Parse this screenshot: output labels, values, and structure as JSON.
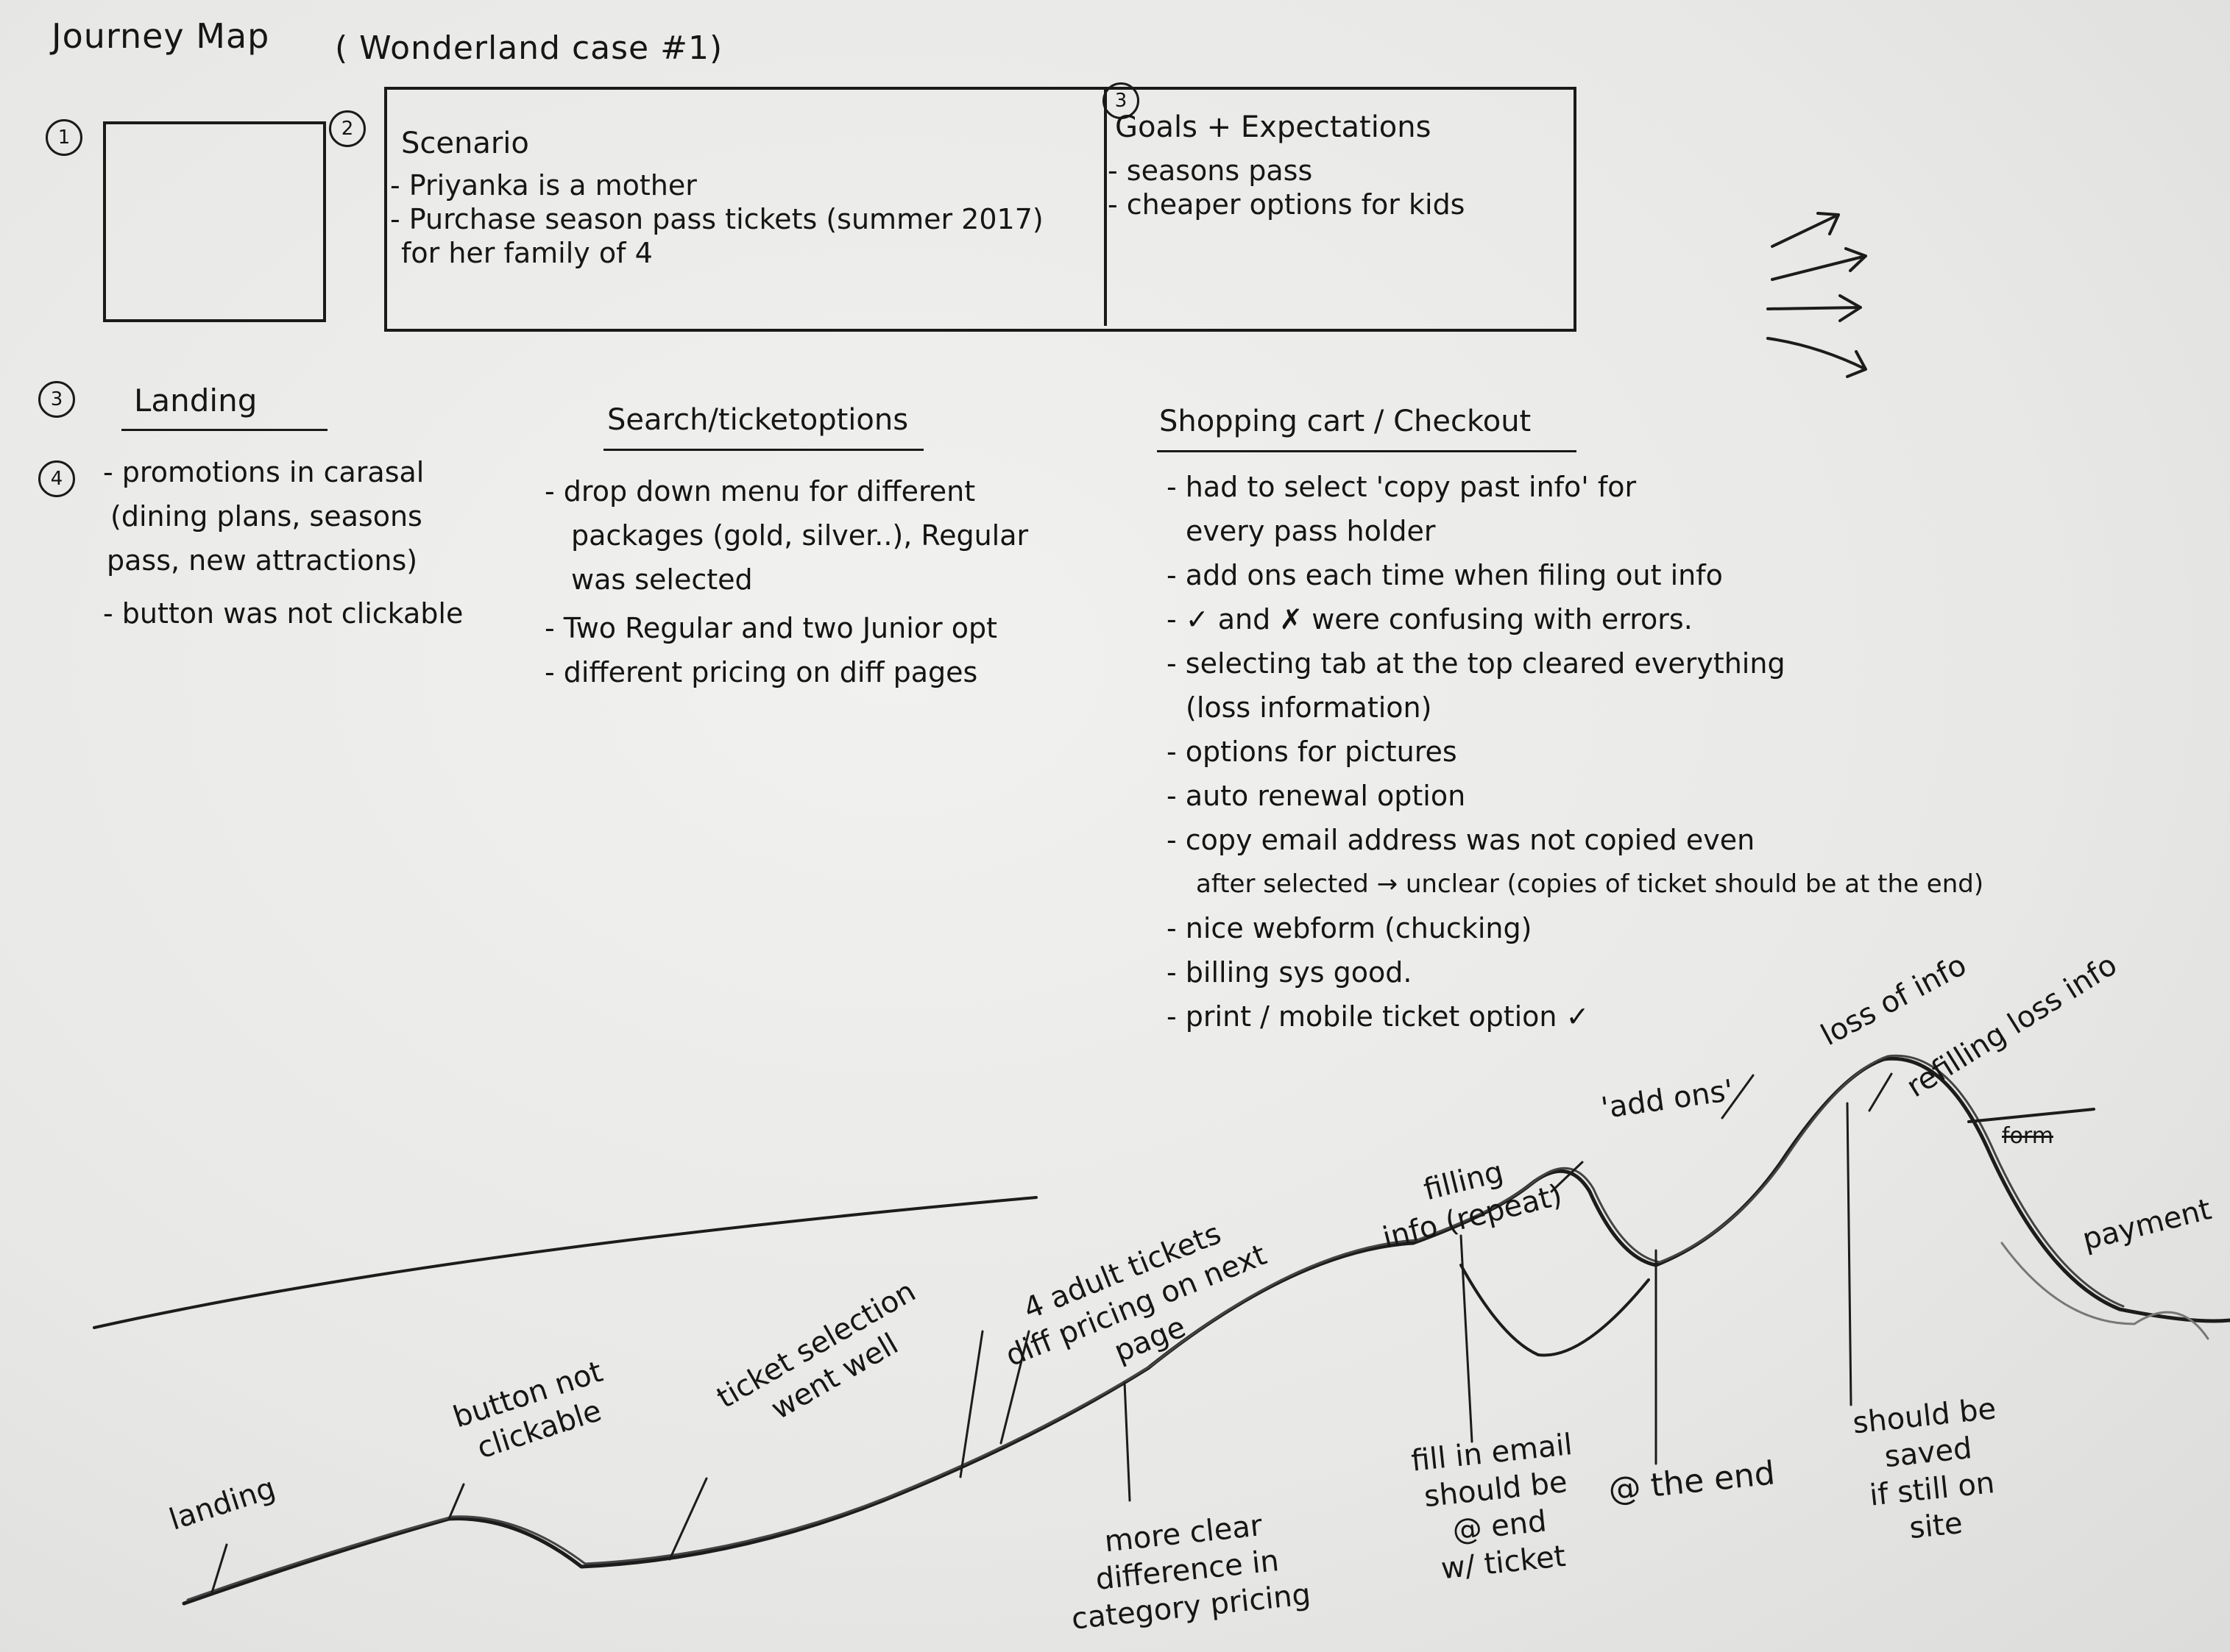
{
  "title": "Journey Map",
  "subtitle": "( Wonderland case #1)",
  "step_markers": [
    "1",
    "2",
    "3",
    "3",
    "4"
  ],
  "scenario": {
    "heading": "Scenario",
    "lines": [
      "- Priyanka is a mother",
      "- Purchase season pass tickets (summer 2017)",
      "for her family of 4"
    ]
  },
  "goals": {
    "heading": "Goals + Expectations",
    "lines": [
      "- seasons pass",
      "- cheaper options for kids"
    ]
  },
  "landing": {
    "heading": "Landing",
    "items": [
      "- promotions in carasal",
      "(dining plans, seasons",
      "pass, new attractions)",
      "- button was not clickable"
    ]
  },
  "search": {
    "heading": "Search/ticketoptions",
    "items": [
      "- drop down menu for different",
      "packages (gold, silver..), Regular",
      "was selected",
      "- Two Regular and two Junior opt",
      "- different pricing on diff pages"
    ]
  },
  "checkout": {
    "heading": "Shopping cart / Checkout",
    "items": [
      "- had to select 'copy past info' for",
      "every pass holder",
      "- add ons each time when filing out info",
      "- ✓ and ✗ were confusing with errors.",
      "- selecting tab at the top cleared everything",
      "(loss information)",
      "- options for pictures",
      "- auto renewal option",
      "- copy email address was not copied even",
      "after selected → unclear (copies of ticket should be at the end)",
      "- nice webform (chucking)",
      "- billing sys good.",
      "- print / mobile ticket option ✓"
    ]
  },
  "curve_notes_top": {
    "landing": "landing",
    "button": "button not\nclickable",
    "ticket": "ticket selection\nwent well",
    "adult": "4 adult tickets\ndiff pricing on next\npage",
    "filling": "filling\ninfo (repeat)",
    "addons": "'add ons'",
    "loss": "loss of info",
    "refilling": "refilling loss info",
    "payment": "payment",
    "form": "form"
  },
  "curve_notes_bottom": {
    "moreclear": "more clear\ndifference in\ncategory pricing",
    "fillemail": "fill in email\nshould be\n@ end\nw/ ticket",
    "theend": "@ the end",
    "saved": "should be\nsaved\nif still on\nsite"
  }
}
